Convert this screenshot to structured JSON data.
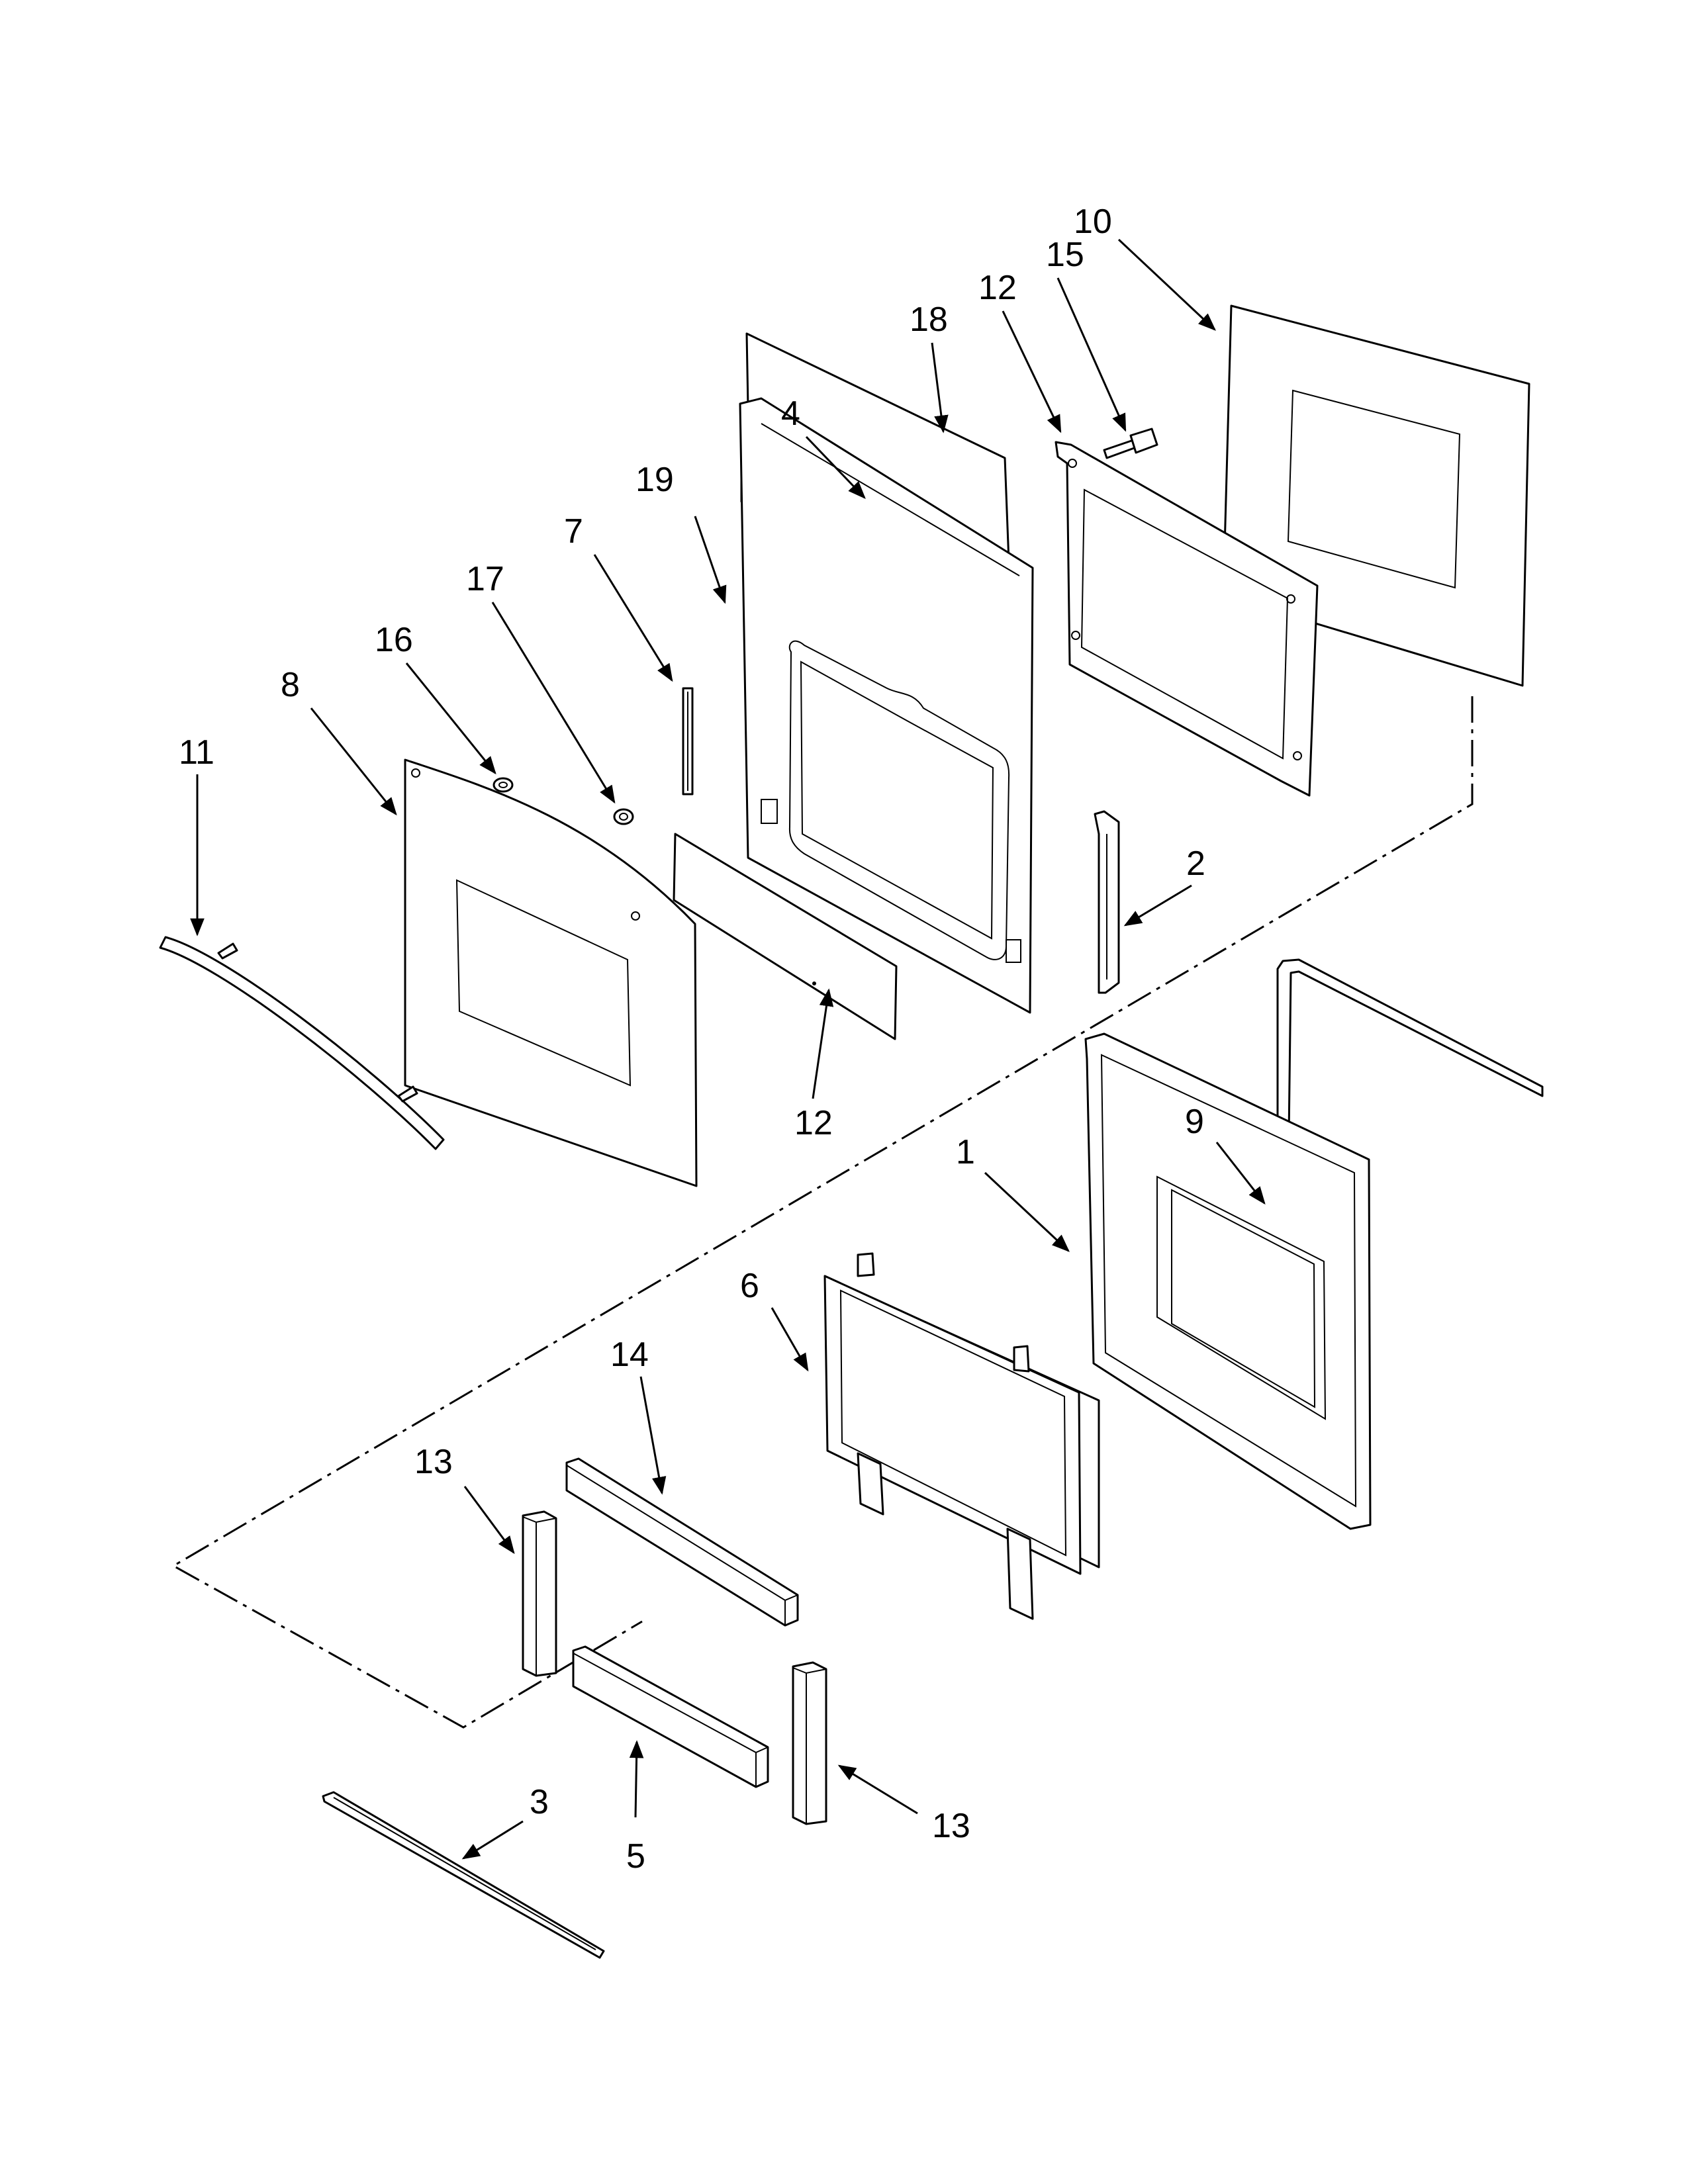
{
  "callouts": [
    {
      "id": "c10",
      "text": "10"
    },
    {
      "id": "c15",
      "text": "15"
    },
    {
      "id": "c12a",
      "text": "12"
    },
    {
      "id": "c18",
      "text": "18"
    },
    {
      "id": "c4",
      "text": "4"
    },
    {
      "id": "c19",
      "text": "19"
    },
    {
      "id": "c7",
      "text": "7"
    },
    {
      "id": "c17",
      "text": "17"
    },
    {
      "id": "c16",
      "text": "16"
    },
    {
      "id": "c8",
      "text": "8"
    },
    {
      "id": "c11",
      "text": "11"
    },
    {
      "id": "c2",
      "text": "2"
    },
    {
      "id": "c12b",
      "text": "12"
    },
    {
      "id": "c9",
      "text": "9"
    },
    {
      "id": "c1",
      "text": "1"
    },
    {
      "id": "c6",
      "text": "6"
    },
    {
      "id": "c14",
      "text": "14"
    },
    {
      "id": "c13a",
      "text": "13"
    },
    {
      "id": "c13b",
      "text": "13"
    },
    {
      "id": "c3",
      "text": "3"
    },
    {
      "id": "c5",
      "text": "5"
    }
  ]
}
